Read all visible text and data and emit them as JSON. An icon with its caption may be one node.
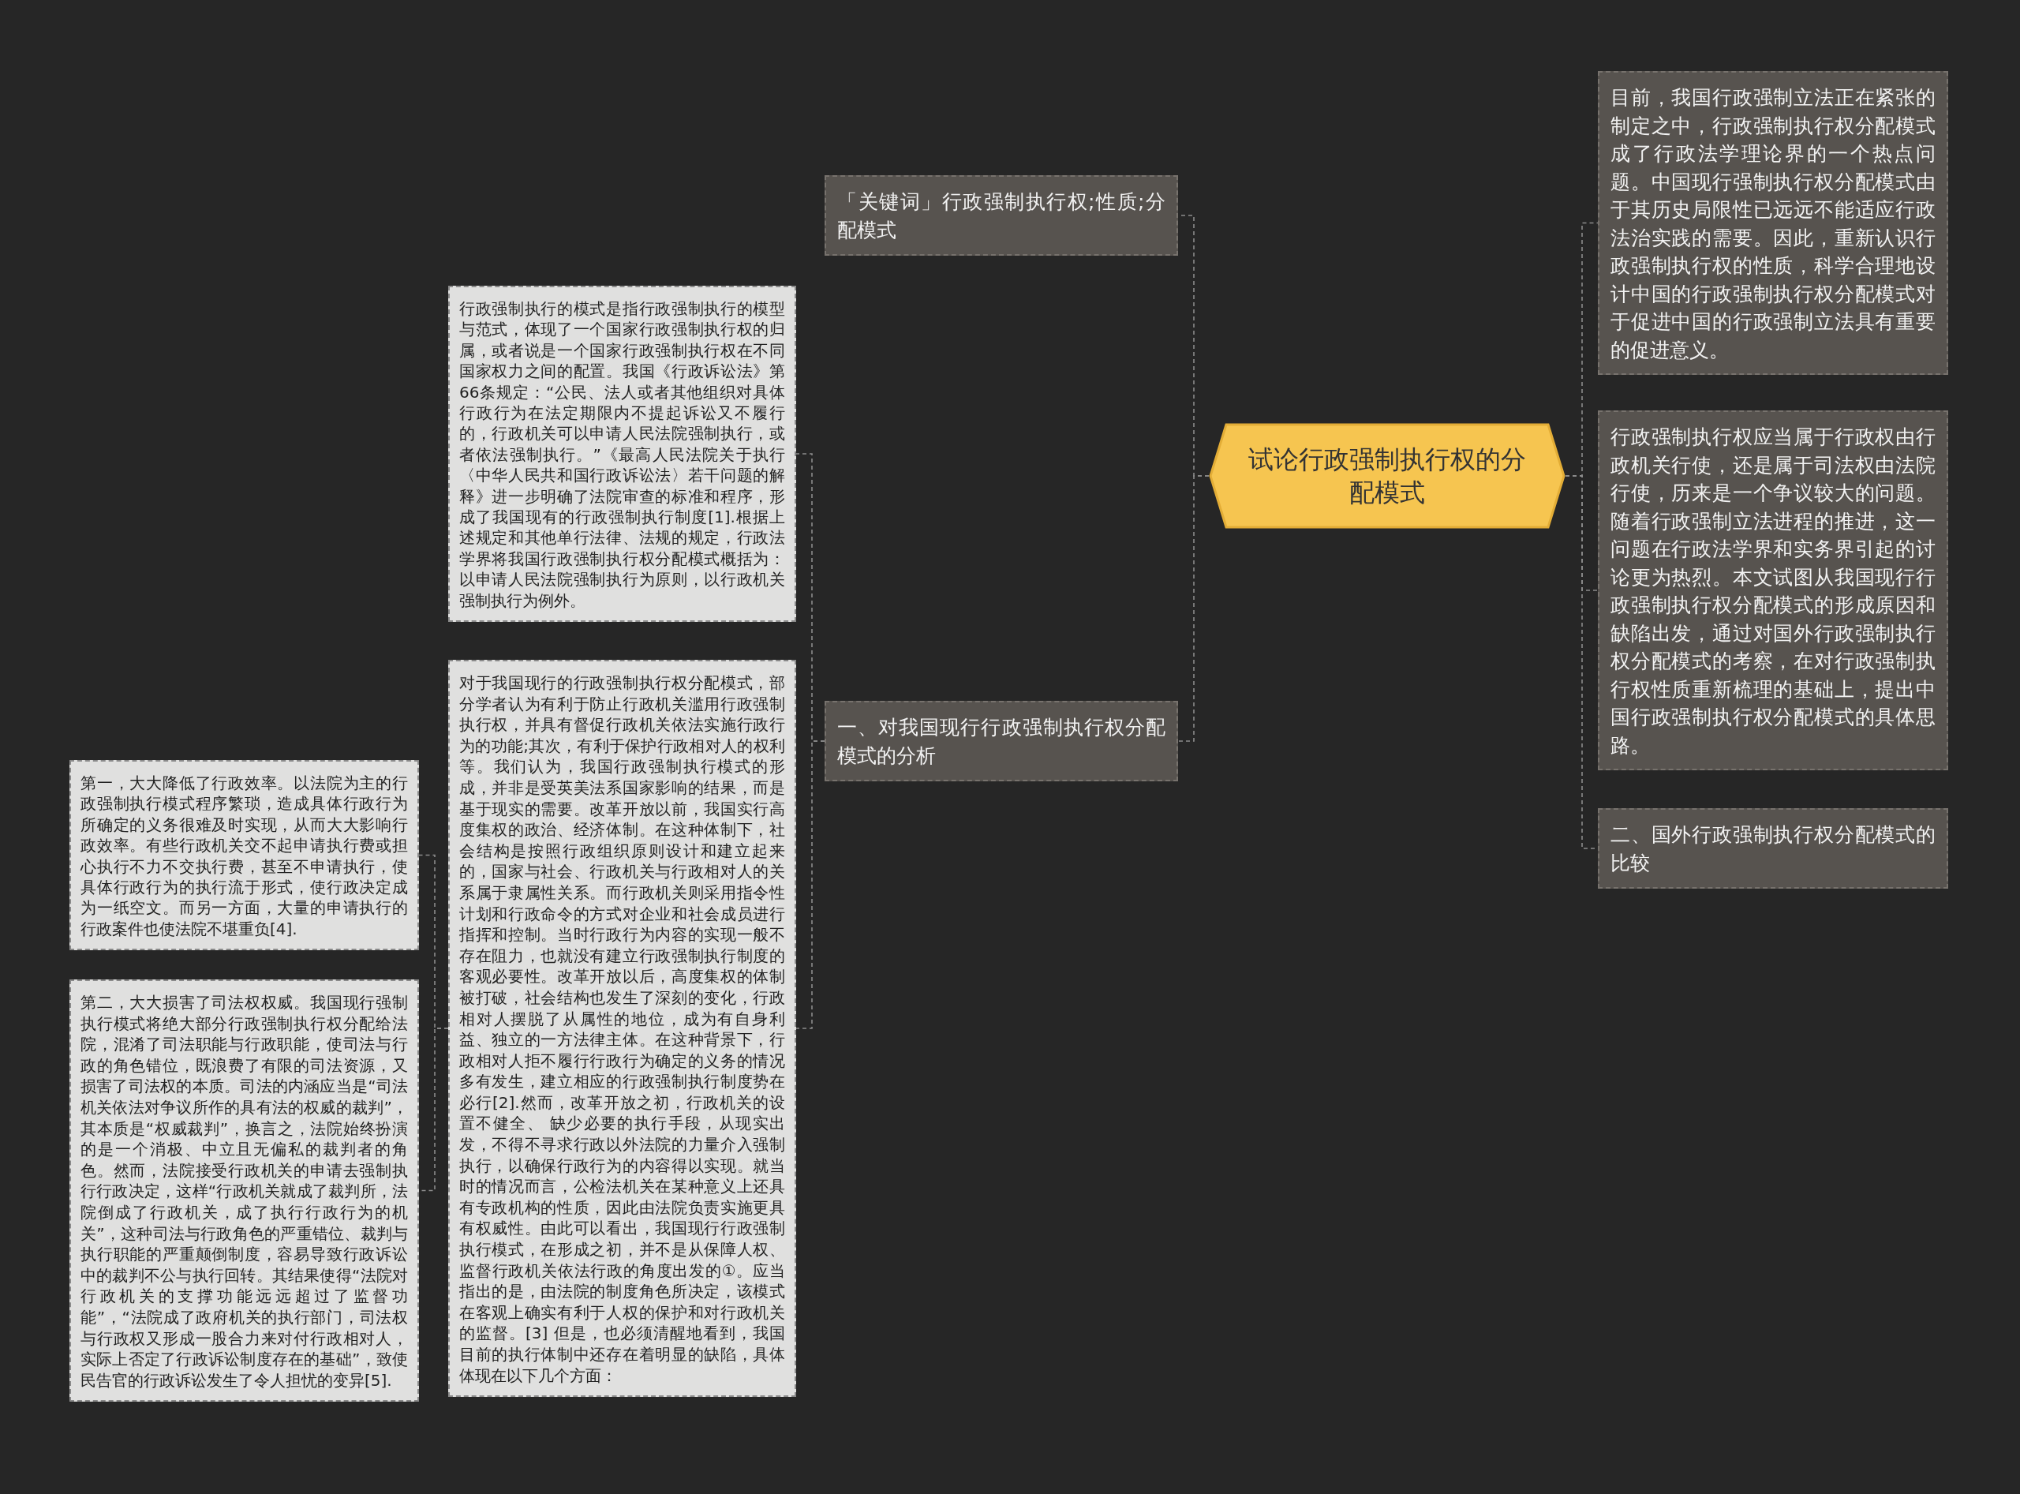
{
  "diagram": {
    "nodes": [
      {
        "text": [
          "试论行政强制执行权的分配模式"
        ]
      },
      {
        "text": [
          "「关键词」行政强制执行权;性质;分配模式"
        ]
      },
      {
        "text": [
          "一、对我国现行行政强制执行权分配模式的分析"
        ]
      },
      {
        "text": [
          "行政强制执行的模式是指行政强制执行的模型与范式，体现了一个国家行政强制执行权的归属，或者说是一个国家行政强制执行权在不同国家权力之间的配置。我国《行政诉讼法》第66条规定：“公民、法人或者其他组织对具体行政行为在法定期限内不提起诉讼又不履行的，行政机关可以申请人民法院强制执行，或者依法强制执行。”《最高人民法院关于执行〈中华人民共和国行政诉讼法〉若干问题的解释》进一步明确了法院审查的标准和程序，形成了我国现有的行政强制执行制度[1].根据上述规定和其他单行法律、法规的规定，行政法学界将我国行政强制执行权分配模式概括为：以申请人民法院强制执行为原则，以行政机关强制执行为例外。"
        ]
      },
      {
        "text": [
          "对于我国现行的行政强制执行权分配模式，部分学者认为有利于防止行政机关滥用行政强制执行权，并具有督促行政机关依法实施行政行为的功能;其次，有利于保护行政相对人的权利等。我们认为，我国行政强制执行模式的形成，并非是受英美法系国家影响的结果，而是基于现实的需要。改革开放以前，我国实行高度集权的政治、经济体制。在这种体制下，社会结构是按照行政组织原则设计和建立起来的，国家与社会、行政机关与行政相对人的关系属于隶属性关系。而行政机关则采用指令性计划和行政命令的方式对企业和社会成员进行指挥和控制。当时行政行为内容的实现一般不存在阻力，也就没有建立行政强制执行制度的客观必要性。改革开放以后，高度集权的体制被打破，社会结构也发生了深刻的变化，行政相对人摆脱了从属性的地位，成为有自身利益、独立的一方法律主体。在这种背景下，行政相对人拒不履行行政行为确定的义务的情况多有发生，建立相应的行政强制执行制度势在必行[2].然而，改革开放之初，行政机关的设置不健全、 缺少必要的执行手段，从现实出发，不得不寻求行政以外法院的力量介入强制执行，以确保行政行为的内容得以实现。就当时的情况而言，公检法机关在某种意义上还具有专政机构的性质，因此由法院负责实施更具有权威性。由此可以看出，我国现行行政强制执行模式，在形成之初，并不是从保障人权、监督行政机关依法行政的角度出发的①。应当指出的是，由法院的制度角色所决定，该模式在客观上确实有利于人权的保护和对行政机关的监督。[3] 但是，也必须清醒地看到，我国目前的执行体制中还存在着明显的缺陷，具体体现在以下几个方面："
        ]
      },
      {
        "text": [
          "第一，大大降低了行政效率。以法院为主的行政强制执行模式程序繁琐，造成具体行政行为所确定的义务很难及时实现，从而大大影响行政效率。有些行政机关交不起申请执行费或担心执行不力不交执行费，甚至不申请执行，使具体行政行为的执行流于形式，使行政决定成为一纸空文。而另一方面，大量的申请执行的行政案件也使法院不堪重负[4]."
        ]
      },
      {
        "text": [
          "第二，大大损害了司法权权威。我国现行强制执行模式将绝大部分行政强制执行权分配给法院，混淆了司法职能与行政职能，使司法与行政的角色错位，既浪费了有限的司法资源，又损害了司法权的本质。司法的内涵应当是“司法机关依法对争议所作的具有法的权威的裁判”，其本质是“权威裁判”，换言之，法院始终扮演的是一个消极、中立且无偏私的裁判者的角色。然而，法院接受行政机关的申请去强制执行行政决定，这样“行政机关就成了裁判所，法院倒成了行政机关，成了执行行政行为的机关”，这种司法与行政角色的严重错位、裁判与执行职能的严重颠倒制度，容易导致行政诉讼中的裁判不公与执行回转。其结果使得“法院对行政机关的支撑功能远远超过了监督功能”，“法院成了政府机关的执行部门，司法权与行政权又形成一股合力来对付行政相对人，实际上否定了行政诉讼制度存在的基础”，致使民告官的行政诉讼发生了令人担忧的变异[5]."
        ]
      },
      {
        "text": [
          "目前，我国行政强制立法正在紧张的制定之中，行政强制执行权分配模式成了行政法学理论界的一个热点问题。中国现行强制执行权分配模式由于其历史局限性已远远不能适应行政法治实践的需要。因此，重新认识行政强制执行权的性质，科学合理地设计中国的行政强制执行权分配模式对于促进中国的行政强制立法具有重要的促进意义。"
        ]
      },
      {
        "text": [
          "行政强制执行权应当属于行政权由行政机关行使，还是属于司法权由法院行使，历来是一个争议较大的问题。随着行政强制立法进程的推进，这一问题在行政法学界和实务界引起的讨论更为热烈。本文试图从我国现行行政强制执行权分配模式的形成原因和缺陷出发，通过对国外行政强制执行权分配模式的考察，在对行政强制执行权性质重新梳理的基础上，提出中国行政强制执行权分配模式的具体思路。"
        ]
      },
      {
        "text": [
          "二、国外行政强制执行权分配模式的比较"
        ]
      }
    ],
    "edges": [
      {
        "from": 0,
        "to": 1,
        "arrow": "none"
      },
      {
        "from": 0,
        "to": 2,
        "arrow": "none"
      },
      {
        "from": 0,
        "to": 7,
        "arrow": "none"
      },
      {
        "from": 0,
        "to": 8,
        "arrow": "none"
      },
      {
        "from": 0,
        "to": 9,
        "arrow": "none"
      },
      {
        "from": 2,
        "to": 3,
        "arrow": "none"
      },
      {
        "from": 2,
        "to": 4,
        "arrow": "none"
      },
      {
        "from": 4,
        "to": 5,
        "arrow": "none"
      },
      {
        "from": 4,
        "to": 6,
        "arrow": "none"
      }
    ]
  }
}
